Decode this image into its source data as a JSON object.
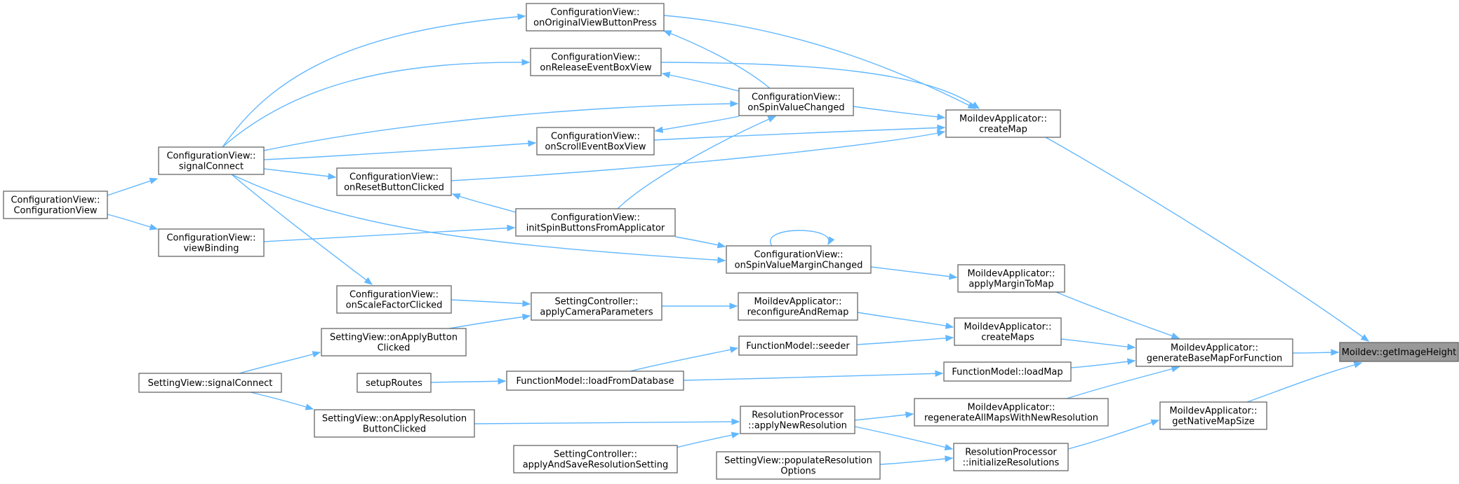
{
  "diagram": {
    "title": "",
    "colors": {
      "edge": "#63b8ff",
      "node_border": "#666666",
      "root_fill": "#999999",
      "node_fill": "#ffffff"
    },
    "nodes": [
      {
        "id": "root",
        "lines": [
          "Moildev::getImageHeight"
        ],
        "root": true
      },
      {
        "id": "generateBaseMap",
        "lines": [
          "MoildevApplicator::",
          "generateBaseMapForFunction"
        ]
      },
      {
        "id": "getNativeMapSize",
        "lines": [
          "MoildevApplicator::",
          "getNativeMapSize"
        ]
      },
      {
        "id": "createMap",
        "lines": [
          "MoildevApplicator::",
          "createMap"
        ]
      },
      {
        "id": "applyMarginToMap",
        "lines": [
          "MoildevApplicator::",
          "applyMarginToMap"
        ]
      },
      {
        "id": "createMaps",
        "lines": [
          "MoildevApplicator::",
          "createMaps"
        ]
      },
      {
        "id": "loadMap",
        "lines": [
          "FunctionModel::loadMap"
        ]
      },
      {
        "id": "regenerateAll",
        "lines": [
          "MoildevApplicator::",
          "regenerateAllMapsWithNewResolution"
        ]
      },
      {
        "id": "initializeResolutions",
        "lines": [
          "ResolutionProcessor",
          "::initializeResolutions"
        ]
      },
      {
        "id": "onOriginalView",
        "lines": [
          "ConfigurationView::",
          "onOriginalViewButtonPress"
        ]
      },
      {
        "id": "onReleaseEvent",
        "lines": [
          "ConfigurationView::",
          "onReleaseEventBoxView"
        ]
      },
      {
        "id": "onSpinValueChanged",
        "lines": [
          "ConfigurationView::",
          "onSpinValueChanged"
        ]
      },
      {
        "id": "onScrollEvent",
        "lines": [
          "ConfigurationView::",
          "onScrollEventBoxView"
        ]
      },
      {
        "id": "onResetButton",
        "lines": [
          "ConfigurationView::",
          "onResetButtonClicked"
        ]
      },
      {
        "id": "initSpinButtons",
        "lines": [
          "ConfigurationView::",
          "initSpinButtonsFromApplicator"
        ]
      },
      {
        "id": "onSpinMargin",
        "lines": [
          "ConfigurationView::",
          "onSpinValueMarginChanged"
        ]
      },
      {
        "id": "reconfigureAndRemap",
        "lines": [
          "MoildevApplicator::",
          "reconfigureAndRemap"
        ]
      },
      {
        "id": "seeder",
        "lines": [
          "FunctionModel::seeder"
        ]
      },
      {
        "id": "loadFromDatabase",
        "lines": [
          "FunctionModel::loadFromDatabase"
        ]
      },
      {
        "id": "applyNewResolution",
        "lines": [
          "ResolutionProcessor",
          "::applyNewResolution"
        ]
      },
      {
        "id": "populateResolution",
        "lines": [
          "SettingView::populateResolution",
          "Options"
        ]
      },
      {
        "id": "cvSignalConnect",
        "lines": [
          "ConfigurationView::",
          "signalConnect"
        ]
      },
      {
        "id": "viewBinding",
        "lines": [
          "ConfigurationView::",
          "viewBinding"
        ]
      },
      {
        "id": "onScaleFactor",
        "lines": [
          "ConfigurationView::",
          "onScaleFactorClicked"
        ]
      },
      {
        "id": "applyCameraParams",
        "lines": [
          "SettingController::",
          "applyCameraParameters"
        ]
      },
      {
        "id": "onApplyButton",
        "lines": [
          "SettingView::onApplyButton",
          "Clicked"
        ]
      },
      {
        "id": "setupRoutes",
        "lines": [
          "setupRoutes"
        ]
      },
      {
        "id": "svSignalConnect",
        "lines": [
          "SettingView::signalConnect"
        ]
      },
      {
        "id": "onApplyResolution",
        "lines": [
          "SettingView::onApplyResolution",
          "ButtonClicked"
        ]
      },
      {
        "id": "applyAndSave",
        "lines": [
          "SettingController::",
          "applyAndSaveResolutionSetting"
        ]
      },
      {
        "id": "cvConstructor",
        "lines": [
          "ConfigurationView::",
          "ConfigurationView"
        ]
      }
    ],
    "edges": [
      [
        "generateBaseMap",
        "root"
      ],
      [
        "getNativeMapSize",
        "root"
      ],
      [
        "createMap",
        "root"
      ],
      [
        "applyMarginToMap",
        "generateBaseMap"
      ],
      [
        "createMaps",
        "generateBaseMap"
      ],
      [
        "loadMap",
        "generateBaseMap"
      ],
      [
        "regenerateAll",
        "generateBaseMap"
      ],
      [
        "initializeResolutions",
        "getNativeMapSize"
      ],
      [
        "onOriginalView",
        "createMap"
      ],
      [
        "onReleaseEvent",
        "createMap"
      ],
      [
        "onSpinValueChanged",
        "createMap"
      ],
      [
        "onScrollEvent",
        "createMap"
      ],
      [
        "onResetButton",
        "createMap"
      ],
      [
        "cvSignalConnect",
        "createMap"
      ],
      [
        "onSpinMargin",
        "applyMarginToMap"
      ],
      [
        "reconfigureAndRemap",
        "createMaps"
      ],
      [
        "seeder",
        "createMaps"
      ],
      [
        "loadFromDatabase",
        "loadMap"
      ],
      [
        "applyNewResolution",
        "regenerateAll"
      ],
      [
        "applyNewResolution",
        "initializeResolutions"
      ],
      [
        "populateResolution",
        "initializeResolutions"
      ],
      [
        "onSpinValueChanged",
        "onOriginalView"
      ],
      [
        "cvSignalConnect",
        "onOriginalView"
      ],
      [
        "onSpinValueChanged",
        "onReleaseEvent"
      ],
      [
        "cvSignalConnect",
        "onReleaseEvent"
      ],
      [
        "initSpinButtons",
        "onSpinValueChanged"
      ],
      [
        "cvSignalConnect",
        "onSpinValueChanged"
      ],
      [
        "onSpinValueChanged",
        "onScrollEvent"
      ],
      [
        "cvSignalConnect",
        "onScrollEvent"
      ],
      [
        "cvSignalConnect",
        "onResetButton"
      ],
      [
        "initSpinButtons",
        "onResetButton"
      ],
      [
        "viewBinding",
        "initSpinButtons"
      ],
      [
        "initSpinButtons",
        "onSpinMargin"
      ],
      [
        "cvSignalConnect",
        "onSpinMargin"
      ],
      [
        "onSpinMargin",
        "onSpinMargin"
      ],
      [
        "applyCameraParams",
        "reconfigureAndRemap"
      ],
      [
        "loadFromDatabase",
        "seeder"
      ],
      [
        "setupRoutes",
        "loadFromDatabase"
      ],
      [
        "onApplyResolution",
        "applyNewResolution"
      ],
      [
        "applyAndSave",
        "applyNewResolution"
      ],
      [
        "cvSignalConnect",
        "onScaleFactor"
      ],
      [
        "onScaleFactor",
        "applyCameraParams"
      ],
      [
        "onApplyButton",
        "applyCameraParams"
      ],
      [
        "svSignalConnect",
        "onApplyButton"
      ],
      [
        "svSignalConnect",
        "onApplyResolution"
      ],
      [
        "cvConstructor",
        "cvSignalConnect"
      ],
      [
        "cvConstructor",
        "viewBinding"
      ]
    ]
  }
}
